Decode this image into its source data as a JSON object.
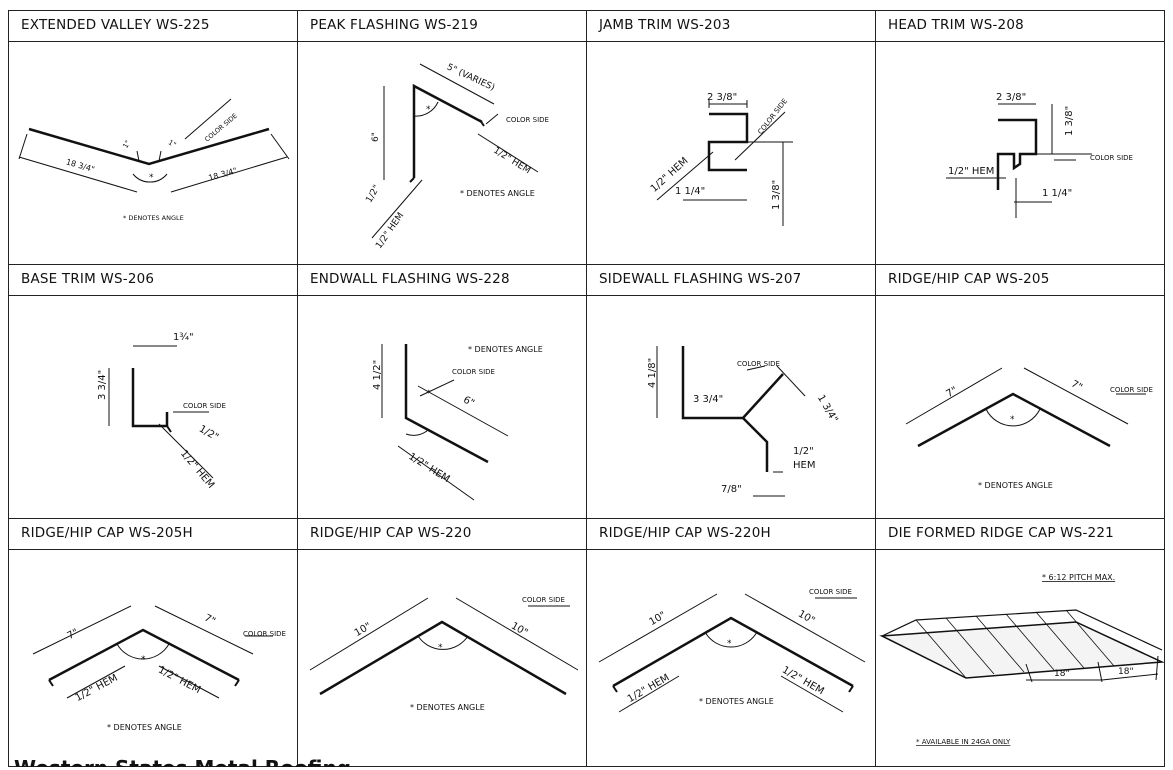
{
  "panels": [
    {
      "title": "EXTENDED VALLEY WS-225",
      "labels": [
        "18 3/4\"",
        "18 3/4\"",
        "1\"",
        "1\"",
        "COLOR SIDE",
        "*",
        "* DENOTES ANGLE"
      ]
    },
    {
      "title": "PEAK FLASHING WS-219",
      "labels": [
        "5\" (VARIES)",
        "COLOR SIDE",
        "6\"",
        "1/2\"",
        "1/2\" HEM",
        "1/2\" HEM",
        "*",
        "* DENOTES ANGLE"
      ]
    },
    {
      "title": "JAMB TRIM WS-203",
      "labels": [
        "2 3/8\"",
        "COLOR SIDE",
        "1/2\" HEM",
        "1 1/4\"",
        "1 3/8\""
      ]
    },
    {
      "title": "HEAD TRIM WS-208",
      "labels": [
        "2 3/8\"",
        "1 3/8\"",
        "COLOR SIDE",
        "1/2\" HEM",
        "1 1/4\""
      ]
    },
    {
      "title": "BASE TRIM WS-206",
      "labels": [
        "1¾\"",
        "3 3/4\"",
        "COLOR SIDE",
        "1/2\"",
        "1/2\" HEM"
      ]
    },
    {
      "title": "ENDWALL FLASHING WS-228",
      "labels": [
        "* DENOTES ANGLE",
        "COLOR SIDE",
        "4 1/2\"",
        "6\"",
        "*",
        "1/2\" HEM"
      ]
    },
    {
      "title": "SIDEWALL FLASHING WS-207",
      "labels": [
        "COLOR SIDE",
        "4 1/8\"",
        "3 3/4\"",
        "1 3/4\"",
        "1/2\"",
        "HEM",
        "7/8\""
      ]
    },
    {
      "title": "RIDGE/HIP CAP WS-205",
      "labels": [
        "7\"",
        "7\"",
        "COLOR SIDE",
        "*",
        "* DENOTES ANGLE"
      ]
    },
    {
      "title": "RIDGE/HIP CAP WS-205H",
      "labels": [
        "7\"",
        "7\"",
        "COLOR SIDE",
        "*",
        "1/2\" HEM",
        "1/2\" HEM",
        "* DENOTES ANGLE"
      ]
    },
    {
      "title": "RIDGE/HIP CAP WS-220",
      "labels": [
        "COLOR SIDE",
        "10\"",
        "10\"",
        "*",
        "* DENOTES ANGLE"
      ]
    },
    {
      "title": "RIDGE/HIP CAP WS-220H",
      "labels": [
        "COLOR SIDE",
        "10\"",
        "10\"",
        "*",
        "1/2\" HEM",
        "1/2\" HEM",
        "* DENOTES ANGLE"
      ]
    },
    {
      "title": "DIE FORMED RIDGE CAP WS-221",
      "labels": [
        "* 6:12 PITCH MAX.",
        "18\"",
        "18\"",
        "* AVAILABLE IN 24GA ONLY"
      ]
    }
  ],
  "footer": {
    "text": "Western States Metal Roofing"
  }
}
